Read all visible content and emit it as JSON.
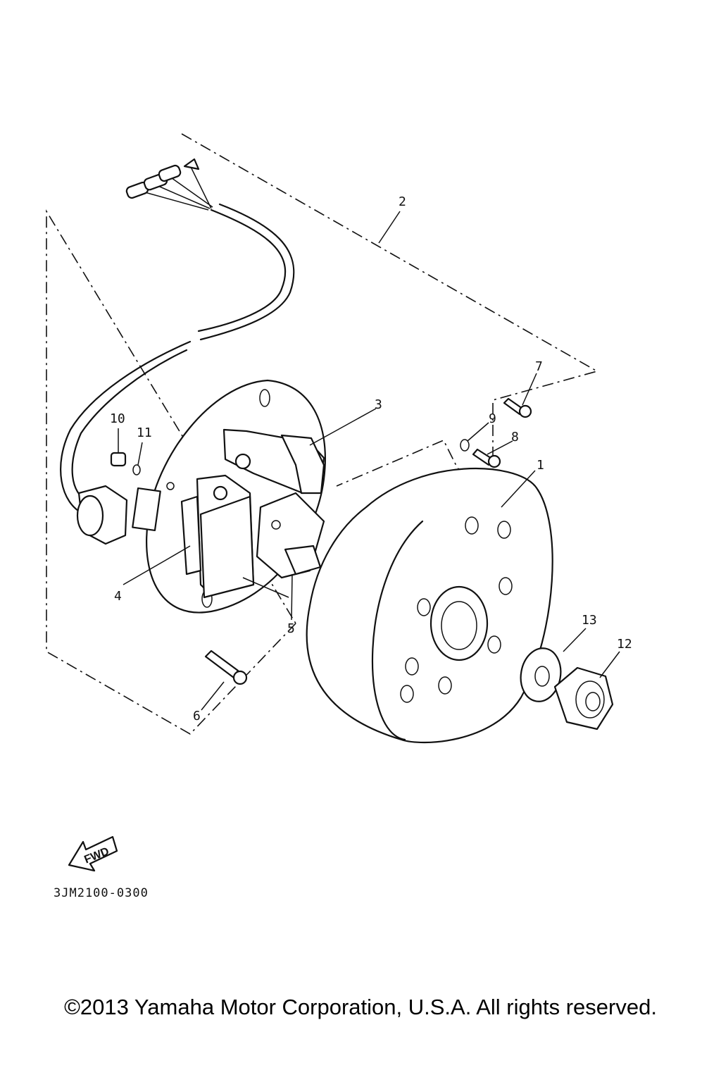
{
  "callouts": {
    "c1": "1",
    "c2": "2",
    "c3": "3",
    "c4": "4",
    "c5": "5",
    "c6": "6",
    "c7": "7",
    "c8": "8",
    "c9": "9",
    "c10": "10",
    "c11": "11",
    "c12": "12",
    "c13": "13"
  },
  "fwd_label": "FWD",
  "diagram_code": "3JM2100-0300",
  "copyright": "©2013 Yamaha Motor Corporation, U.S.A. All rights reserved."
}
